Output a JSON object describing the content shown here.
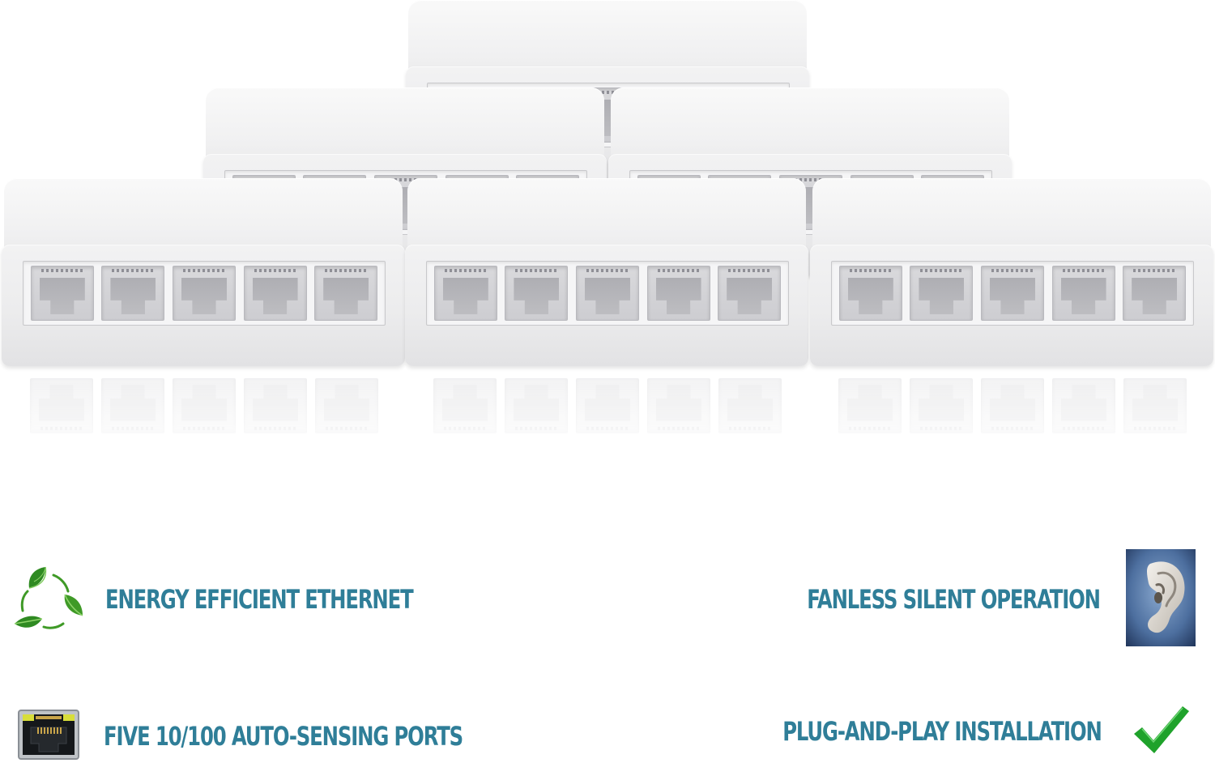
{
  "product": {
    "device_name": "5-port ethernet switch",
    "switch_count": 6,
    "ports_per_switch": 5
  },
  "features": {
    "energy": {
      "label": "ENERGY EFFICIENT ETHERNET",
      "icon": "recycle-leaves-icon"
    },
    "fanless": {
      "label": "FANLESS SILENT OPERATION",
      "icon": "ear-icon"
    },
    "ports": {
      "label": "FIVE 10/100 AUTO-SENSING PORTS",
      "icon": "ethernet-port-icon"
    },
    "plug": {
      "label": "PLUG-AND-PLAY INSTALLATION",
      "icon": "checkmark-icon"
    }
  },
  "colors": {
    "label_text": "#2f7e98",
    "leaf_green": "#3f9a27",
    "check_green": "#1fa22b",
    "device_white": "#f0f0f1"
  }
}
